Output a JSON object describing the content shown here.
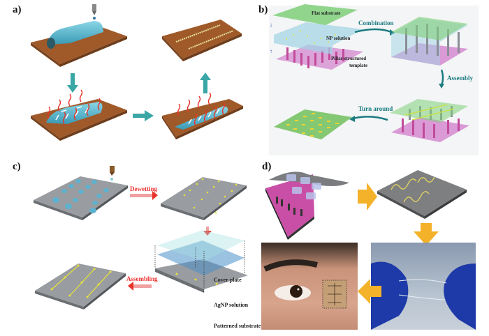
{
  "panels": {
    "a": {
      "label": "a)"
    },
    "b": {
      "label": "b)",
      "layers": [
        "Flat substrate",
        "NP solution",
        "Pillar-structured",
        "template"
      ],
      "steps": [
        "Combination",
        "Assembly",
        "Turn around"
      ]
    },
    "c": {
      "label": "c)",
      "steps": [
        "Dewetting",
        "Assembling"
      ],
      "layers": [
        "Cover plate",
        "AgNP solution",
        "Patterned substrate"
      ]
    },
    "d": {
      "label": "d)"
    }
  },
  "colors": {
    "wood": "#9a5a2c",
    "teal_arrow": "#3aa6a6",
    "droplet": "#5fb2cf",
    "heat": "#e8332a",
    "green_plate": "#8fd08a",
    "pink_plate": "#d68ed0",
    "gray_plate": "#8c8f92",
    "yellow_np": "#e8e23a",
    "orange_arrow": "#f4b12a",
    "magenta_plate": "#c94fa6",
    "glove": "#1e3aa8"
  }
}
